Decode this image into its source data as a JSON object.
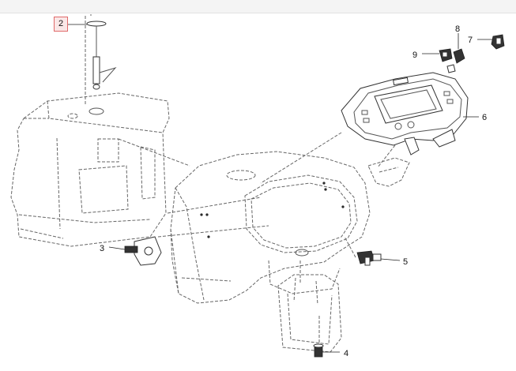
{
  "callouts": {
    "c2": "2",
    "c3": "3",
    "c4": "4",
    "c5": "5",
    "c6": "6",
    "c7": "7",
    "c8": "8",
    "c9": "9"
  },
  "colors": {
    "highlight_border": "#e06a6a",
    "highlight_fill": "#f3c6c6",
    "line": "#555555"
  }
}
